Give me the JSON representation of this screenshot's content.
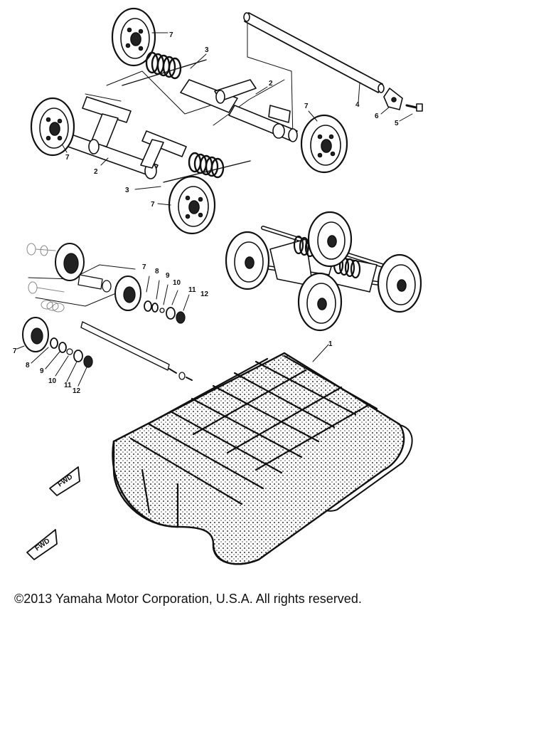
{
  "diagram": {
    "callouts": {
      "c1": "1",
      "c2a": "2",
      "c2b": "2",
      "c3a": "3",
      "c3b": "3",
      "c4": "4",
      "c5": "5",
      "c6": "6",
      "c7a": "7",
      "c7b": "7",
      "c7c": "7",
      "c7d": "7",
      "c7e": "7",
      "c7f": "7",
      "c8a": "8",
      "c8b": "8",
      "c9a": "9",
      "c9b": "9",
      "c10a": "10",
      "c10b": "10",
      "c11a": "11",
      "c11b": "11",
      "c12a": "12",
      "c12b": "12"
    },
    "fwd_label_top": "FWD",
    "fwd_label_bottom": "FWD"
  },
  "footer": {
    "copyright": "©2013 Yamaha Motor Corporation, U.S.A. All rights reserved."
  }
}
